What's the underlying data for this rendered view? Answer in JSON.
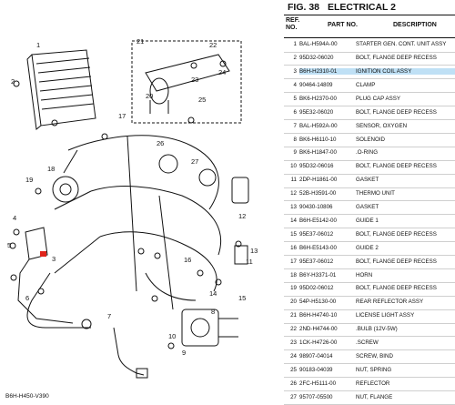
{
  "figure": {
    "label": "FIG. 38",
    "title": "ELECTRICAL 2"
  },
  "table_headers": {
    "ref": "REF.\nNO.",
    "part": "PART NO.",
    "desc": "DESCRIPTION"
  },
  "selected_ref": "3",
  "parts": [
    {
      "ref": "1",
      "part": "BAL-H594A-00",
      "desc": "STARTER GEN. CONT. UNIT ASSY"
    },
    {
      "ref": "2",
      "part": "95D32-06020",
      "desc": "BOLT, FLANGE DEEP RECESS"
    },
    {
      "ref": "3",
      "part": "B6H-H2310-01",
      "desc": "IGNITION COIL ASSY"
    },
    {
      "ref": "4",
      "part": "90464-14809",
      "desc": "CLAMP"
    },
    {
      "ref": "5",
      "part": "BK6-H2370-00",
      "desc": "PLUG CAP ASSY"
    },
    {
      "ref": "6",
      "part": "95E32-06020",
      "desc": "BOLT, FLANGE DEEP RECESS"
    },
    {
      "ref": "7",
      "part": "BAL-H592A-00",
      "desc": "SENSOR, OXYGEN"
    },
    {
      "ref": "8",
      "part": "BK6-H6110-10",
      "desc": "SOLENOID"
    },
    {
      "ref": "9",
      "part": "BK6-H1847-00",
      "desc": ".O-RING"
    },
    {
      "ref": "10",
      "part": "95D32-06016",
      "desc": "BOLT, FLANGE DEEP RECESS"
    },
    {
      "ref": "11",
      "part": "2DP-H1861-00",
      "desc": "GASKET"
    },
    {
      "ref": "12",
      "part": "52B-H3591-00",
      "desc": "THERMO UNIT"
    },
    {
      "ref": "13",
      "part": "90430-10806",
      "desc": "GASKET"
    },
    {
      "ref": "14",
      "part": "B6H-E5142-00",
      "desc": "GUIDE 1"
    },
    {
      "ref": "15",
      "part": "95E37-06012",
      "desc": "BOLT, FLANGE DEEP RECESS"
    },
    {
      "ref": "16",
      "part": "B6H-E5143-00",
      "desc": "GUIDE 2"
    },
    {
      "ref": "17",
      "part": "95E37-06012",
      "desc": "BOLT, FLANGE DEEP RECESS"
    },
    {
      "ref": "18",
      "part": "B6Y-H3371-01",
      "desc": "HORN"
    },
    {
      "ref": "19",
      "part": "95D02-06012",
      "desc": "BOLT, FLANGE DEEP RECESS"
    },
    {
      "ref": "20",
      "part": "54P-H5130-00",
      "desc": "REAR REFLECTOR ASSY"
    },
    {
      "ref": "21",
      "part": "B6H-H4740-10",
      "desc": "LICENSE LIGHT ASSY"
    },
    {
      "ref": "22",
      "part": "2ND-H4744-00",
      "desc": ".BULB (12V-5W)"
    },
    {
      "ref": "23",
      "part": "1CK-H4726-00",
      "desc": ".SCREW"
    },
    {
      "ref": "24",
      "part": "98907-04014",
      "desc": "SCREW, BIND"
    },
    {
      "ref": "25",
      "part": "90183-04039",
      "desc": "NUT, SPRING"
    },
    {
      "ref": "26",
      "part": "2FC-H5111-00",
      "desc": "REFLECTOR"
    },
    {
      "ref": "27",
      "part": "95707-05500",
      "desc": "NUT, FLANGE"
    }
  ],
  "diagram": {
    "code": "B6H-H450-V390",
    "callouts": [
      "1",
      "2",
      "3",
      "4",
      "5",
      "6",
      "7",
      "8",
      "9",
      "10",
      "11",
      "12",
      "13",
      "14",
      "15",
      "16",
      "17",
      "18",
      "19",
      "20",
      "21",
      "22",
      "23",
      "24",
      "25",
      "26",
      "27"
    ]
  }
}
